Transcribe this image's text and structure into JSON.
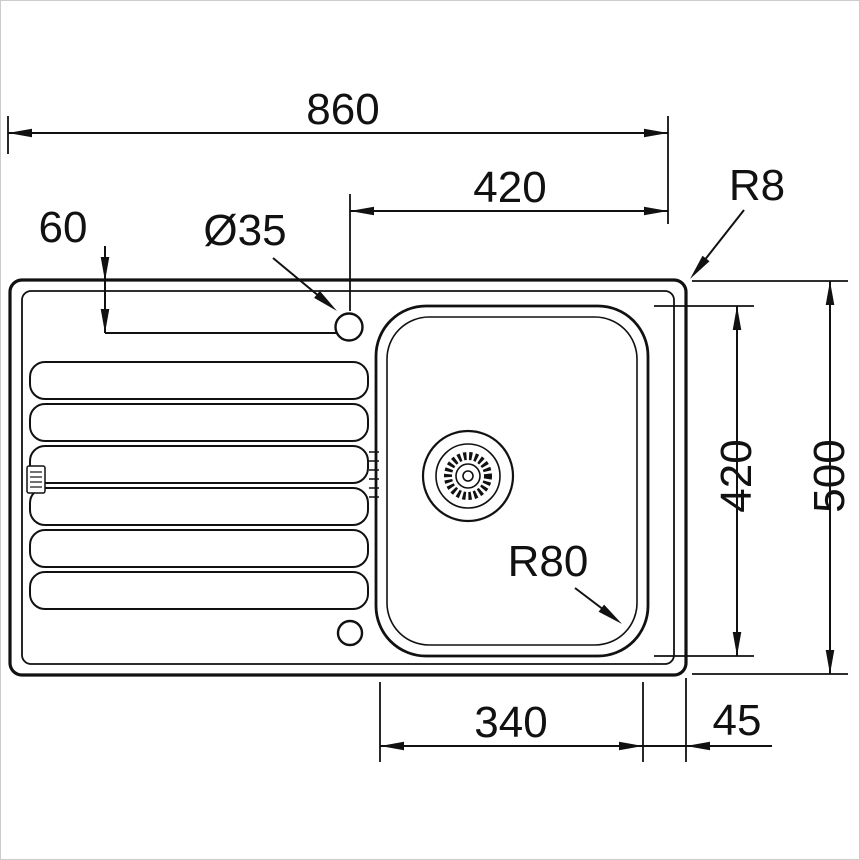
{
  "labels": {
    "overall_width": "860",
    "faucet_offset_x": "420",
    "corner_radius": "R8",
    "faucet_offset_y": "60",
    "faucet_hole_diameter": "Ø35",
    "bowl_depth": "420",
    "overall_depth": "500",
    "bowl_corner_radius": "R80",
    "bowl_width": "340",
    "right_offset": "45"
  },
  "colors": {
    "line": "#111111",
    "background": "#ffffff",
    "frame": "#cccccc"
  }
}
